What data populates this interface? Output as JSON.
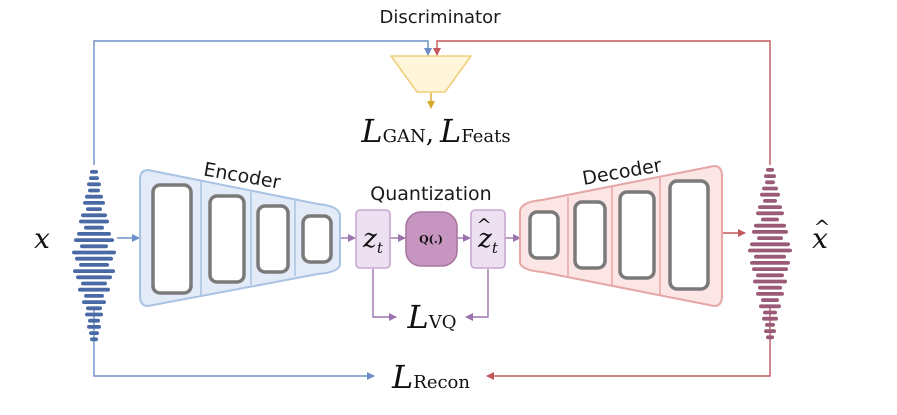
{
  "labels": {
    "discriminator": "Discriminator",
    "encoder": "Encoder",
    "decoder": "Decoder",
    "quantization": "Quantization"
  },
  "symbols": {
    "input": "x",
    "output_base": "x",
    "output_hat": "^",
    "latent_base": "z",
    "latent_sub": "t",
    "latent_q_base": "z",
    "latent_q_hat": "^",
    "latent_q_sub": "t",
    "quantizer": "Q(.)"
  },
  "losses": {
    "gan_script": "L",
    "gan_sub": "GAN",
    "separator": ",",
    "feats_script": "L",
    "feats_sub": "Feats",
    "vq_script": "L",
    "vq_sub": "VQ",
    "recon_script": "L",
    "recon_sub": "Recon"
  },
  "colors": {
    "input_wave": "#4a6aa5",
    "output_wave": "#9a5a78",
    "encoder_fill": "#e2ebf7",
    "encoder_stroke": "#a9c3e3",
    "decoder_fill": "#fbe5e5",
    "decoder_stroke": "#e6a6a6",
    "latent_fill": "#ede0f0",
    "latent_stroke": "#c8a6d2",
    "quantizer_fill": "#c796c0",
    "quantizer_stroke": "#a877a2",
    "discriminator_fill": "#fff6da",
    "discriminator_stroke": "#f0cf7c",
    "discriminator_arrow": "#d8a92c",
    "blue_line": "#6b8fc6",
    "red_line": "#c0585c",
    "purple_line": "#9b73ae",
    "layer_stroke": "#7a7a7a"
  }
}
